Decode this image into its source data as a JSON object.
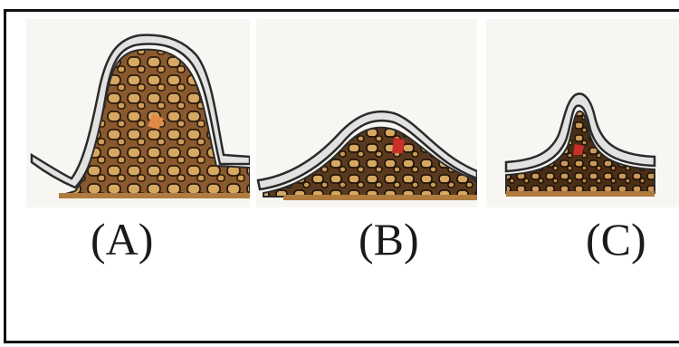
{
  "figure": {
    "panels": [
      {
        "id": "A",
        "label": "(A)",
        "shape": "tall-dome"
      },
      {
        "id": "B",
        "label": "(B)",
        "shape": "low-broad-dome"
      },
      {
        "id": "C",
        "label": "(C)",
        "shape": "narrow-peaked-dome"
      }
    ],
    "colors": {
      "outline": "#2b2b2b",
      "crust_fill": "#e2e2e2",
      "matrix": "#8a5a2e",
      "matrix_dark": "#3a2414",
      "grain_fill": "#d6a861",
      "base": "#b07b3e",
      "center_a": "#e08a4a",
      "center_bc": "#c9302a"
    }
  }
}
